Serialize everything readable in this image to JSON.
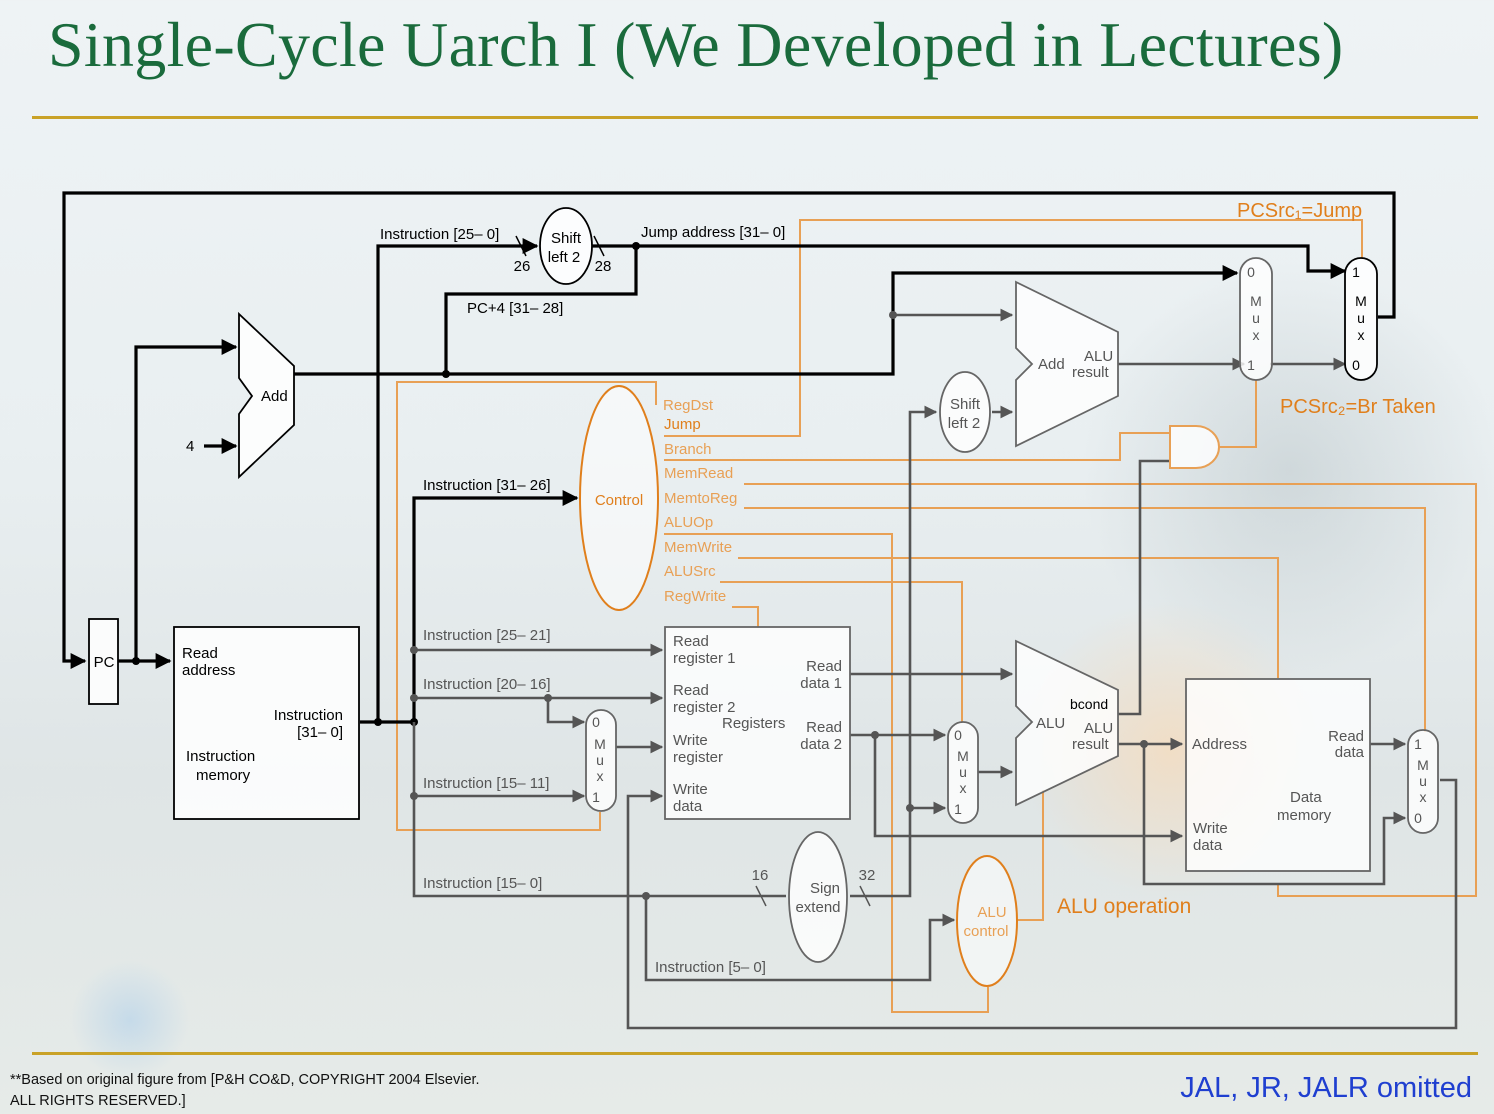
{
  "title": "Single-Cycle Uarch I (We Developed in Lectures)",
  "footnote": "**Based on original figure from [P&H CO&D, COPYRIGHT 2004 Elsevier.\nALL RIGHTS RESERVED.]",
  "omitted_note": "JAL, JR, JALR omitted",
  "colors": {
    "title": "#1a6b3c",
    "rule": "#c9a227",
    "control": "#e07f1c",
    "datapath": "#555555",
    "note": "#1f3fd0"
  },
  "diagram": {
    "pc": "PC",
    "add_top": "Add",
    "const_4": "4",
    "imem": {
      "read": "Read",
      "address": "address",
      "instr": "Instruction",
      "bits": "[31– 0]",
      "name1": "Instruction",
      "name2": "memory"
    },
    "instr_25_0": "Instruction [25– 0]",
    "shift_top": {
      "l1": "Shift",
      "l2": "left 2"
    },
    "w26": "26",
    "w28": "28",
    "jump_address": "Jump address [31– 0]",
    "pc4_bits": "PC+4 [31– 28]",
    "pcsrc1": "PCSrc₁=Jump",
    "pcsrc2": "PCSrc₂=Br Taken",
    "mux_a": {
      "in0": "0",
      "in1": "1",
      "m": "M",
      "u": "u",
      "x": "x"
    },
    "mux_b": {
      "in1": "1",
      "in0": "0",
      "m": "M",
      "u": "u",
      "x": "x"
    },
    "add_br": {
      "add": "Add",
      "alu": "ALU",
      "result": "result"
    },
    "shift_mid": {
      "l1": "Shift",
      "l2": "left 2"
    },
    "control": "Control",
    "signals": [
      "RegDst",
      "Jump",
      "Branch",
      "MemRead",
      "MemtoReg",
      "ALUOp",
      "MemWrite",
      "ALUSrc",
      "RegWrite"
    ],
    "instr_31_26": "Instruction [31– 26]",
    "instr_25_21": "Instruction [25– 21]",
    "instr_20_16": "Instruction [20– 16]",
    "instr_15_11": "Instruction [15– 11]",
    "instr_15_0": "Instruction [15– 0]",
    "instr_5_0": "Instruction [5– 0]",
    "mux_regdst": {
      "in0": "0",
      "in1": "1",
      "m": "M",
      "u": "u",
      "x": "x"
    },
    "regs": {
      "rr1a": "Read",
      "rr1b": "register 1",
      "rr2a": "Read",
      "rr2b": "register 2",
      "wra": "Write",
      "wrb": "register",
      "wda": "Write",
      "wdb": "data",
      "rd1a": "Read",
      "rd1b": "data 1",
      "rd2a": "Read",
      "rd2b": "data 2",
      "name": "Registers"
    },
    "mux_alusrc": {
      "in0": "0",
      "in1": "1",
      "m": "M",
      "u": "u",
      "x": "x"
    },
    "alu": {
      "alu": "ALU",
      "bcond": "bcond",
      "res1": "ALU",
      "res2": "result"
    },
    "dmem": {
      "address": "Address",
      "rda": "Read",
      "rdb": "data",
      "wda": "Write",
      "wdb": "data",
      "name1": "Data",
      "name2": "memory"
    },
    "mux_mem": {
      "in1": "1",
      "in0": "0",
      "m": "M",
      "u": "u",
      "x": "x"
    },
    "sign_ext": {
      "l1": "Sign",
      "l2": "extend",
      "w16": "16",
      "w32": "32"
    },
    "alu_control": {
      "l1": "ALU",
      "l2": "control"
    },
    "alu_operation": "ALU operation"
  }
}
